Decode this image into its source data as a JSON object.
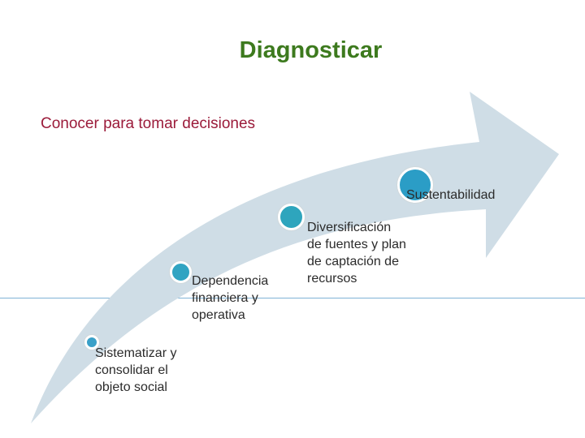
{
  "title": "Diagnosticar",
  "subtitle": "Conocer para tomar decisiones",
  "steps": [
    {
      "label": "Sistematizar y consolidar el objeto social"
    },
    {
      "label": "Dependencia financiera y operativa"
    },
    {
      "label": "Diversificación de fuentes y plan de captación de recursos"
    },
    {
      "label": "Sustentabilidad"
    }
  ],
  "colors": {
    "title": "#3d7a1e",
    "subtitle": "#9b1b3a",
    "arrow": "#cfdde6",
    "circle": "#2ea5bd",
    "rule": "#7fb3d6"
  }
}
